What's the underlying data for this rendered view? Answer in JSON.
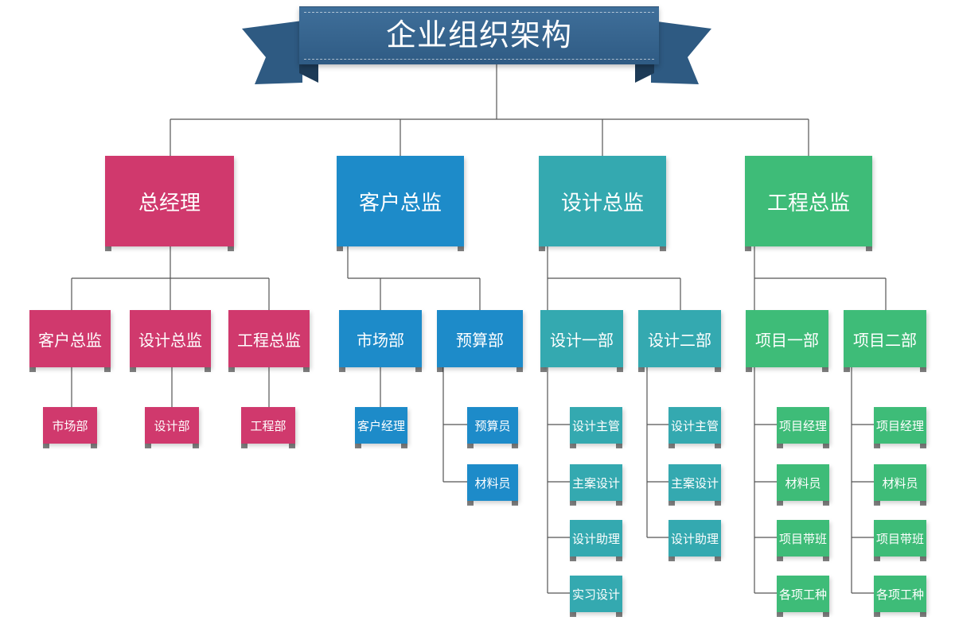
{
  "title": "企业组织架构",
  "colors": {
    "pink": "#d0396d",
    "blue": "#1d8bc9",
    "teal": "#34a9b0",
    "green": "#3ebc78",
    "ribbon": "#34628d",
    "line": "#555555"
  },
  "branches": [
    {
      "label": "总经理",
      "color": "pink",
      "departments": [
        {
          "label": "客户总监",
          "children": [
            "市场部"
          ]
        },
        {
          "label": "设计总监",
          "children": [
            "设计部"
          ]
        },
        {
          "label": "工程总监",
          "children": [
            "工程部"
          ]
        }
      ]
    },
    {
      "label": "客户总监",
      "color": "blue",
      "departments": [
        {
          "label": "市场部",
          "children": [
            "客户经理"
          ]
        },
        {
          "label": "预算部",
          "children": [
            "预算员",
            "材料员"
          ]
        }
      ]
    },
    {
      "label": "设计总监",
      "color": "teal",
      "departments": [
        {
          "label": "设计一部",
          "children": [
            "设计主管",
            "主案设计",
            "设计助理",
            "实习设计"
          ]
        },
        {
          "label": "设计二部",
          "children": [
            "设计主管",
            "主案设计",
            "设计助理"
          ]
        }
      ]
    },
    {
      "label": "工程总监",
      "color": "green",
      "departments": [
        {
          "label": "项目一部",
          "children": [
            "项目经理",
            "材料员",
            "项目带班",
            "各项工种"
          ]
        },
        {
          "label": "项目二部",
          "children": [
            "项目经理",
            "材料员",
            "项目带班",
            "各项工种"
          ]
        }
      ]
    }
  ]
}
